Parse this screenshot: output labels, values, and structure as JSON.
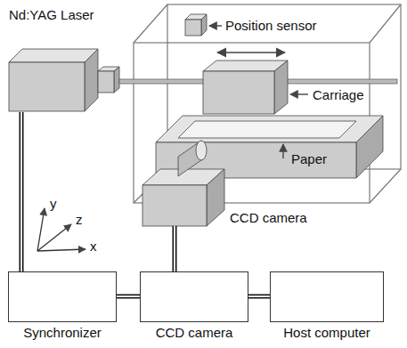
{
  "diagram": {
    "nodes": [
      {
        "text": [
          "Nd:YAG Laser"
        ]
      },
      {
        "text": [
          "CCD camera"
        ]
      },
      {
        "text": [
          "Synchronizer"
        ]
      },
      {
        "text": [
          "CCD camera"
        ]
      },
      {
        "text": [
          "Host computer"
        ]
      }
    ],
    "edges": [
      {
        "from": 0,
        "to": 2,
        "arrow": "none"
      },
      {
        "from": 1,
        "to": 3,
        "arrow": "none"
      },
      {
        "from": 2,
        "to": 3,
        "arrow": "none"
      },
      {
        "from": 3,
        "to": 4,
        "arrow": "none"
      }
    ],
    "labels": [
      "Position sensor",
      "Carriage",
      "Paper",
      "y",
      "z",
      "x"
    ]
  }
}
